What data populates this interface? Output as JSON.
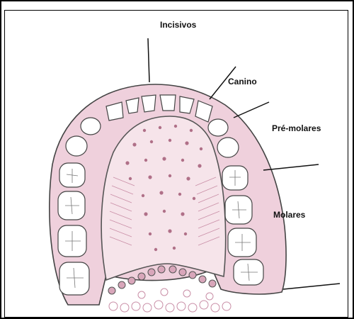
{
  "labels": {
    "incisors": "Incisivos",
    "canine": "Canino",
    "premolars": "Pré-molares",
    "molars": "Molares"
  },
  "colors": {
    "gum": "#efd0dc",
    "gum_dark": "#c98ea6",
    "palate": "#f6e4ea",
    "palate_dots": "#b07088",
    "outline": "#444444",
    "tooth_fill": "#ffffff"
  }
}
